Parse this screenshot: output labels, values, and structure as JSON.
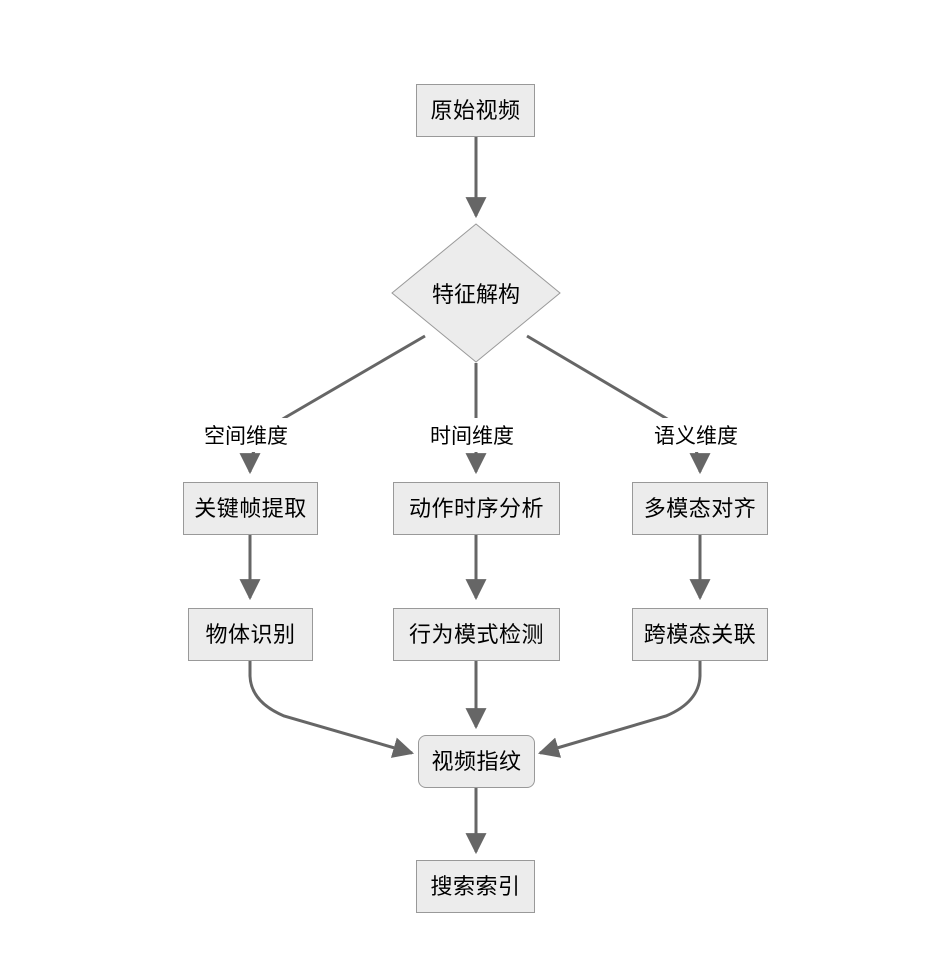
{
  "diagram": {
    "title": "",
    "type": "flowchart",
    "direction": "top-down",
    "colors": {
      "node_fill": "#ececec",
      "node_stroke": "#999999",
      "edge_stroke": "#666666",
      "text": "#000000",
      "background": "#ffffff"
    },
    "nodes": [
      {
        "id": "source_video",
        "label": "原始视频",
        "shape": "rect"
      },
      {
        "id": "feature_decon",
        "label": "特征解构",
        "shape": "diamond"
      },
      {
        "id": "keyframe",
        "label": "关键帧提取",
        "shape": "rect"
      },
      {
        "id": "motion_temporal",
        "label": "动作时序分析",
        "shape": "rect"
      },
      {
        "id": "multimodal",
        "label": "多模态对齐",
        "shape": "rect"
      },
      {
        "id": "object_recog",
        "label": "物体识别",
        "shape": "rect"
      },
      {
        "id": "behavior",
        "label": "行为模式检测",
        "shape": "rect"
      },
      {
        "id": "cross_modal",
        "label": "跨模态关联",
        "shape": "rect"
      },
      {
        "id": "fingerprint",
        "label": "视频指纹",
        "shape": "rounded-rect"
      },
      {
        "id": "search_index",
        "label": "搜索索引",
        "shape": "rect"
      }
    ],
    "edge_labels": [
      {
        "id": "spatial",
        "label": "空间维度"
      },
      {
        "id": "temporal",
        "label": "时间维度"
      },
      {
        "id": "semantic",
        "label": "语义维度"
      }
    ],
    "edges": [
      {
        "from": "source_video",
        "to": "feature_decon",
        "label": ""
      },
      {
        "from": "feature_decon",
        "to": "keyframe",
        "label": "空间维度"
      },
      {
        "from": "feature_decon",
        "to": "motion_temporal",
        "label": "时间维度"
      },
      {
        "from": "feature_decon",
        "to": "multimodal",
        "label": "语义维度"
      },
      {
        "from": "keyframe",
        "to": "object_recog",
        "label": ""
      },
      {
        "from": "motion_temporal",
        "to": "behavior",
        "label": ""
      },
      {
        "from": "multimodal",
        "to": "cross_modal",
        "label": ""
      },
      {
        "from": "object_recog",
        "to": "fingerprint",
        "label": ""
      },
      {
        "from": "behavior",
        "to": "fingerprint",
        "label": ""
      },
      {
        "from": "cross_modal",
        "to": "fingerprint",
        "label": ""
      },
      {
        "from": "fingerprint",
        "to": "search_index",
        "label": ""
      }
    ]
  }
}
